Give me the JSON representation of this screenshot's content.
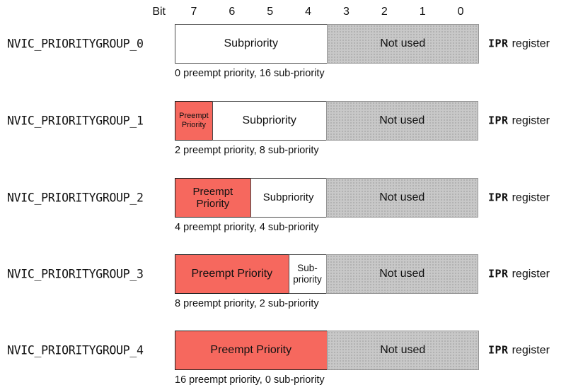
{
  "header": {
    "bit_label": "Bit",
    "bits": [
      "7",
      "6",
      "5",
      "4",
      "3",
      "2",
      "1",
      "0"
    ]
  },
  "ipr": {
    "code": "IPR",
    "rest": "register"
  },
  "colors": {
    "preempt_fill": "#f6685e",
    "unused_fill": "#c8c8c8",
    "unused_dot": "#ababab",
    "text": "#111111",
    "background": "#ffffff"
  },
  "rows": [
    {
      "label": "NVIC_PRIORITYGROUP_0",
      "caption": "0 preempt priority, 16 sub-priority",
      "segments": [
        {
          "name": "subpriority",
          "text": "Subpriority",
          "bits": 4
        },
        {
          "name": "not-used",
          "text": "Not used",
          "bits": 4
        }
      ]
    },
    {
      "label": "NVIC_PRIORITYGROUP_1",
      "caption": "2 preempt priority, 8 sub-priority",
      "segments": [
        {
          "name": "preempt-priority",
          "text": "Preempt\nPriority",
          "bits": 1
        },
        {
          "name": "subpriority",
          "text": "Subpriority",
          "bits": 3
        },
        {
          "name": "not-used",
          "text": "Not used",
          "bits": 4
        }
      ]
    },
    {
      "label": "NVIC_PRIORITYGROUP_2",
      "caption": "4 preempt priority, 4 sub-priority",
      "segments": [
        {
          "name": "preempt-priority",
          "text": "Preempt\nPriority",
          "bits": 2
        },
        {
          "name": "subpriority",
          "text": "Subpriority",
          "bits": 2
        },
        {
          "name": "not-used",
          "text": "Not used",
          "bits": 4
        }
      ]
    },
    {
      "label": "NVIC_PRIORITYGROUP_3",
      "caption": "8 preempt priority, 2 sub-priority",
      "segments": [
        {
          "name": "preempt-priority",
          "text": "Preempt Priority",
          "bits": 3
        },
        {
          "name": "subpriority",
          "text": "Sub-\npriority",
          "bits": 1
        },
        {
          "name": "not-used",
          "text": "Not used",
          "bits": 4
        }
      ]
    },
    {
      "label": "NVIC_PRIORITYGROUP_4",
      "caption": "16 preempt priority, 0 sub-priority",
      "segments": [
        {
          "name": "preempt-priority",
          "text": "Preempt Priority",
          "bits": 4
        },
        {
          "name": "not-used",
          "text": "Not used",
          "bits": 4
        }
      ]
    }
  ]
}
